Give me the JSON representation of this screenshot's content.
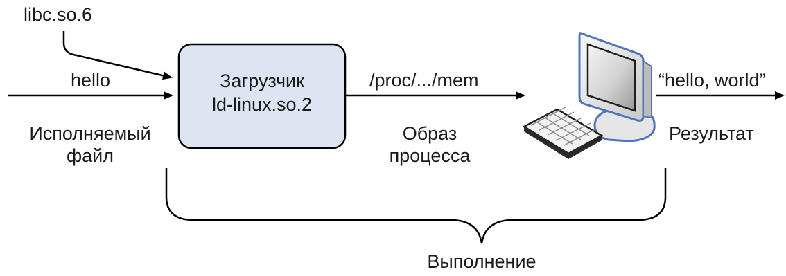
{
  "inputs": {
    "library": "libc.so.6",
    "program": "hello",
    "program_caption_line1": "Исполняемый",
    "program_caption_line2": "файл"
  },
  "loader": {
    "title": "Загрузчик",
    "name": "ld-linux.so.2"
  },
  "image": {
    "path": "/proc/.../mem",
    "caption_line1": "Образ",
    "caption_line2": "процесса"
  },
  "output": {
    "value": "“hello, world”",
    "caption": "Результат"
  },
  "brace_label": "Выполнение",
  "colors": {
    "loader_fill": "#dde5f3",
    "line": "#000000",
    "monitor_border": "#4f74b8"
  },
  "icons": {
    "computer": "computer-icon"
  }
}
